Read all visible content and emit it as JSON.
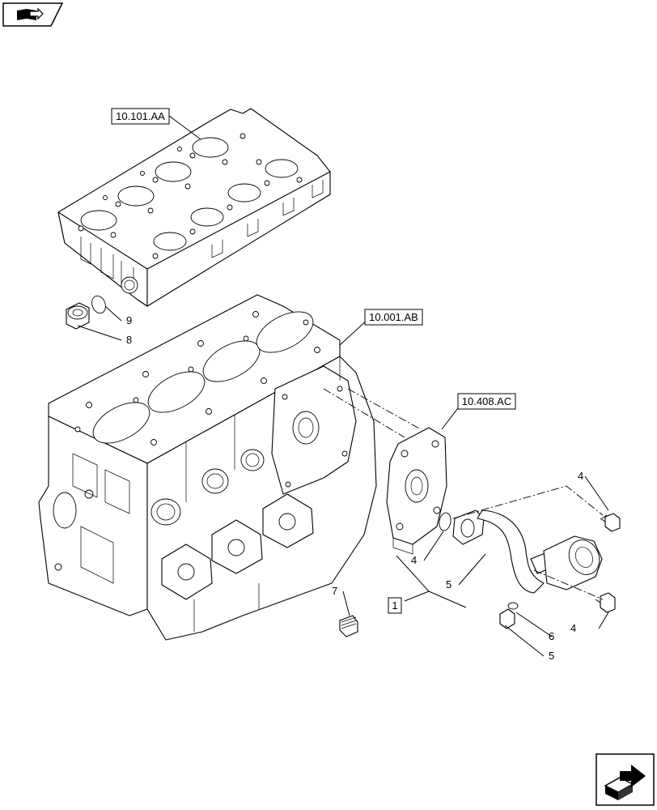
{
  "nav": {
    "top_left_icon": "book-arrow-icon",
    "bottom_right_icon": "next-page-arrow-icon"
  },
  "references": {
    "cylinder_head": "10.101.AA",
    "engine_block": "10.001.AB",
    "oil_pump": "10.408.AC",
    "item_1": "1"
  },
  "callouts": {
    "c4a": "4",
    "c4b": "4",
    "c4c": "4",
    "c5a": "5",
    "c5b": "5",
    "c6": "6",
    "c7": "7",
    "c8": "8",
    "c9": "9"
  }
}
